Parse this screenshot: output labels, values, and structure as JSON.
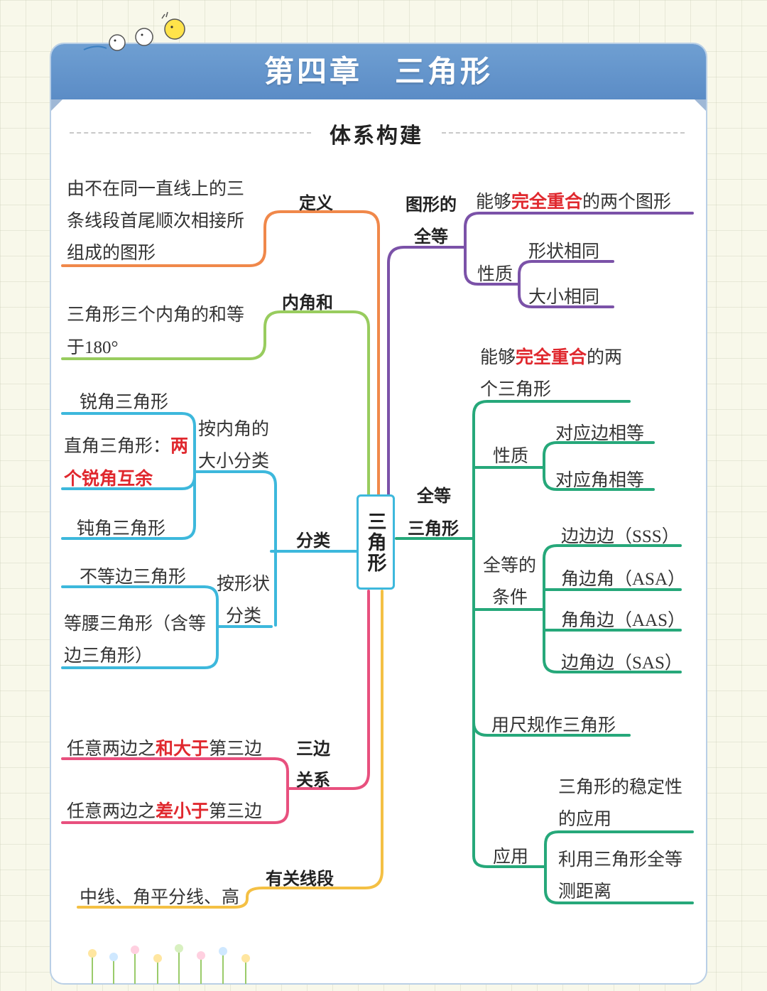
{
  "header": {
    "chapter_title": "第四章　三角形",
    "section_title": "体系构建"
  },
  "root": "三角形",
  "branches": {
    "definition": {
      "label": "定义",
      "text": [
        "由不在同一直线上的三",
        "条线段首尾顺次相接所",
        "组成的图形"
      ]
    },
    "angle_sum": {
      "label": "内角和",
      "text": [
        "三角形三个内角的和等",
        "于180°"
      ]
    },
    "classification": {
      "label": "分类",
      "by_angle": {
        "label": [
          "按内角的",
          "大小分类"
        ],
        "acute": "锐角三角形",
        "right_prefix": "直角三角形：",
        "right_red_1": "两",
        "right_red_2": "个锐角互余",
        "obtuse": "钝角三角形"
      },
      "by_shape": {
        "label": [
          "按形状",
          "分类"
        ],
        "scalene": "不等边三角形",
        "isosceles": [
          "等腰三角形（含等",
          "边三角形）"
        ]
      }
    },
    "side_relation": {
      "label": [
        "三边",
        "关系"
      ],
      "sum": {
        "pre": "任意两边之",
        "red": "和大于",
        "post": "第三边"
      },
      "diff": {
        "pre": "任意两边之",
        "red": "差小于",
        "post": "第三边"
      }
    },
    "segments": {
      "label": "有关线段",
      "text": "中线、角平分线、高"
    },
    "congruent_figures": {
      "label": [
        "图形的",
        "全等"
      ],
      "definition": {
        "pre": "能够",
        "red": "完全重合",
        "post": "的两个图形"
      },
      "property_label": "性质",
      "properties": [
        "形状相同",
        "大小相同"
      ]
    },
    "congruent_triangles": {
      "label": [
        "全等",
        "三角形"
      ],
      "definition": {
        "pre": "能够",
        "red": "完全重合",
        "post": "的两",
        "line2": "个三角形"
      },
      "property_label": "性质",
      "properties": [
        "对应边相等",
        "对应角相等"
      ],
      "conditions_label": [
        "全等的",
        "条件"
      ],
      "conditions": [
        "边边边（SSS）",
        "角边角（ASA）",
        "角角边（AAS）",
        "边角边（SAS）"
      ],
      "construction": "用尺规作三角形",
      "application_label": "应用",
      "applications": [
        [
          "三角形的稳定性",
          "的应用"
        ],
        [
          "利用三角形全等",
          "测距离"
        ]
      ]
    }
  },
  "colors": {
    "orange": "#f0884a",
    "green": "#98cc5e",
    "blue": "#3db8dc",
    "pink": "#e8507e",
    "yellow": "#f4c044",
    "purple": "#7b52a8",
    "teal": "#26a87a",
    "header": "#5b8cc6",
    "red_text": "#e0282e"
  }
}
